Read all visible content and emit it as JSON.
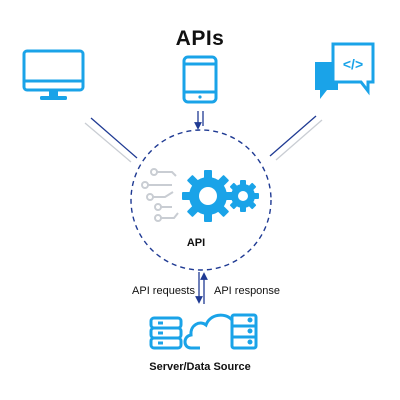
{
  "diagram": {
    "title": "APIs",
    "center_label": "API",
    "request_label": "API requests",
    "response_label": "API response",
    "source_label": "Server/Data Source",
    "nodes": [
      {
        "name": "desktop-monitor",
        "icon": "monitor-icon"
      },
      {
        "name": "mobile-phone",
        "icon": "smartphone-icon"
      },
      {
        "name": "code-chat",
        "icon": "code-bubble-icon"
      },
      {
        "name": "api-gears",
        "icon": "gears-circuit-icon"
      },
      {
        "name": "server-cloud",
        "icon": "server-cloud-icon"
      }
    ],
    "colors": {
      "primary_blue": "#1aa3e8",
      "dark_blue": "#1f3a93",
      "light_gray": "#c9cdd3"
    }
  }
}
